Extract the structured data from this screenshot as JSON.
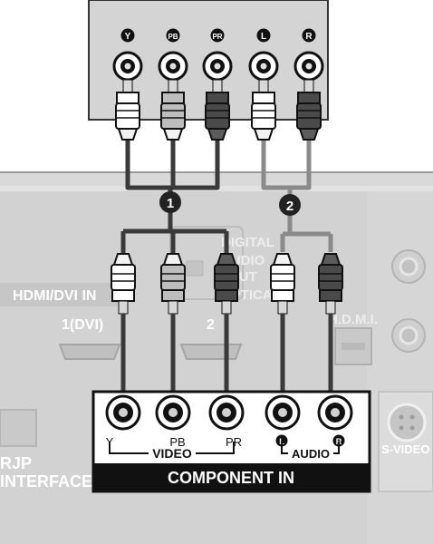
{
  "device_panel": {
    "jacks": [
      {
        "letter": "Y",
        "color": "#ffffff"
      },
      {
        "letter": "PB",
        "color": "#bdbdbd"
      },
      {
        "letter": "PR",
        "color": "#4a4a4a"
      },
      {
        "letter": "L",
        "color": "#ffffff"
      },
      {
        "letter": "R",
        "color": "#4a4a4a"
      }
    ]
  },
  "steps": {
    "one": "1",
    "two": "2"
  },
  "tv_panel": {
    "hdmi_label": "HDMI/DVI IN",
    "hdmi1_label": "1(DVI)",
    "hdmi2_label": "2",
    "digital_audio_label": [
      "DIGITAL",
      "AUDIO",
      "OUT",
      "OPTICAL"
    ],
    "hdmi_rs_label": "H.D.M.I.",
    "rjp_label": [
      "RJP",
      "INTERFACE"
    ],
    "svideo_label": "S-VIDEO"
  },
  "component_panel": {
    "jack_labels": [
      "Y",
      "PB",
      "PR"
    ],
    "video_label": "VIDEO",
    "audio_label": "AUDIO",
    "audio_l_glyph": "L",
    "audio_r_glyph": "R",
    "title": "COMPONENT IN"
  },
  "colors": {
    "white_plug": "#ffffff",
    "gray_plug": "#bdbdbd",
    "dark_plug": "#4a4a4a",
    "cable": "#3a3a3a",
    "cable_light": "#8a8a8a"
  }
}
